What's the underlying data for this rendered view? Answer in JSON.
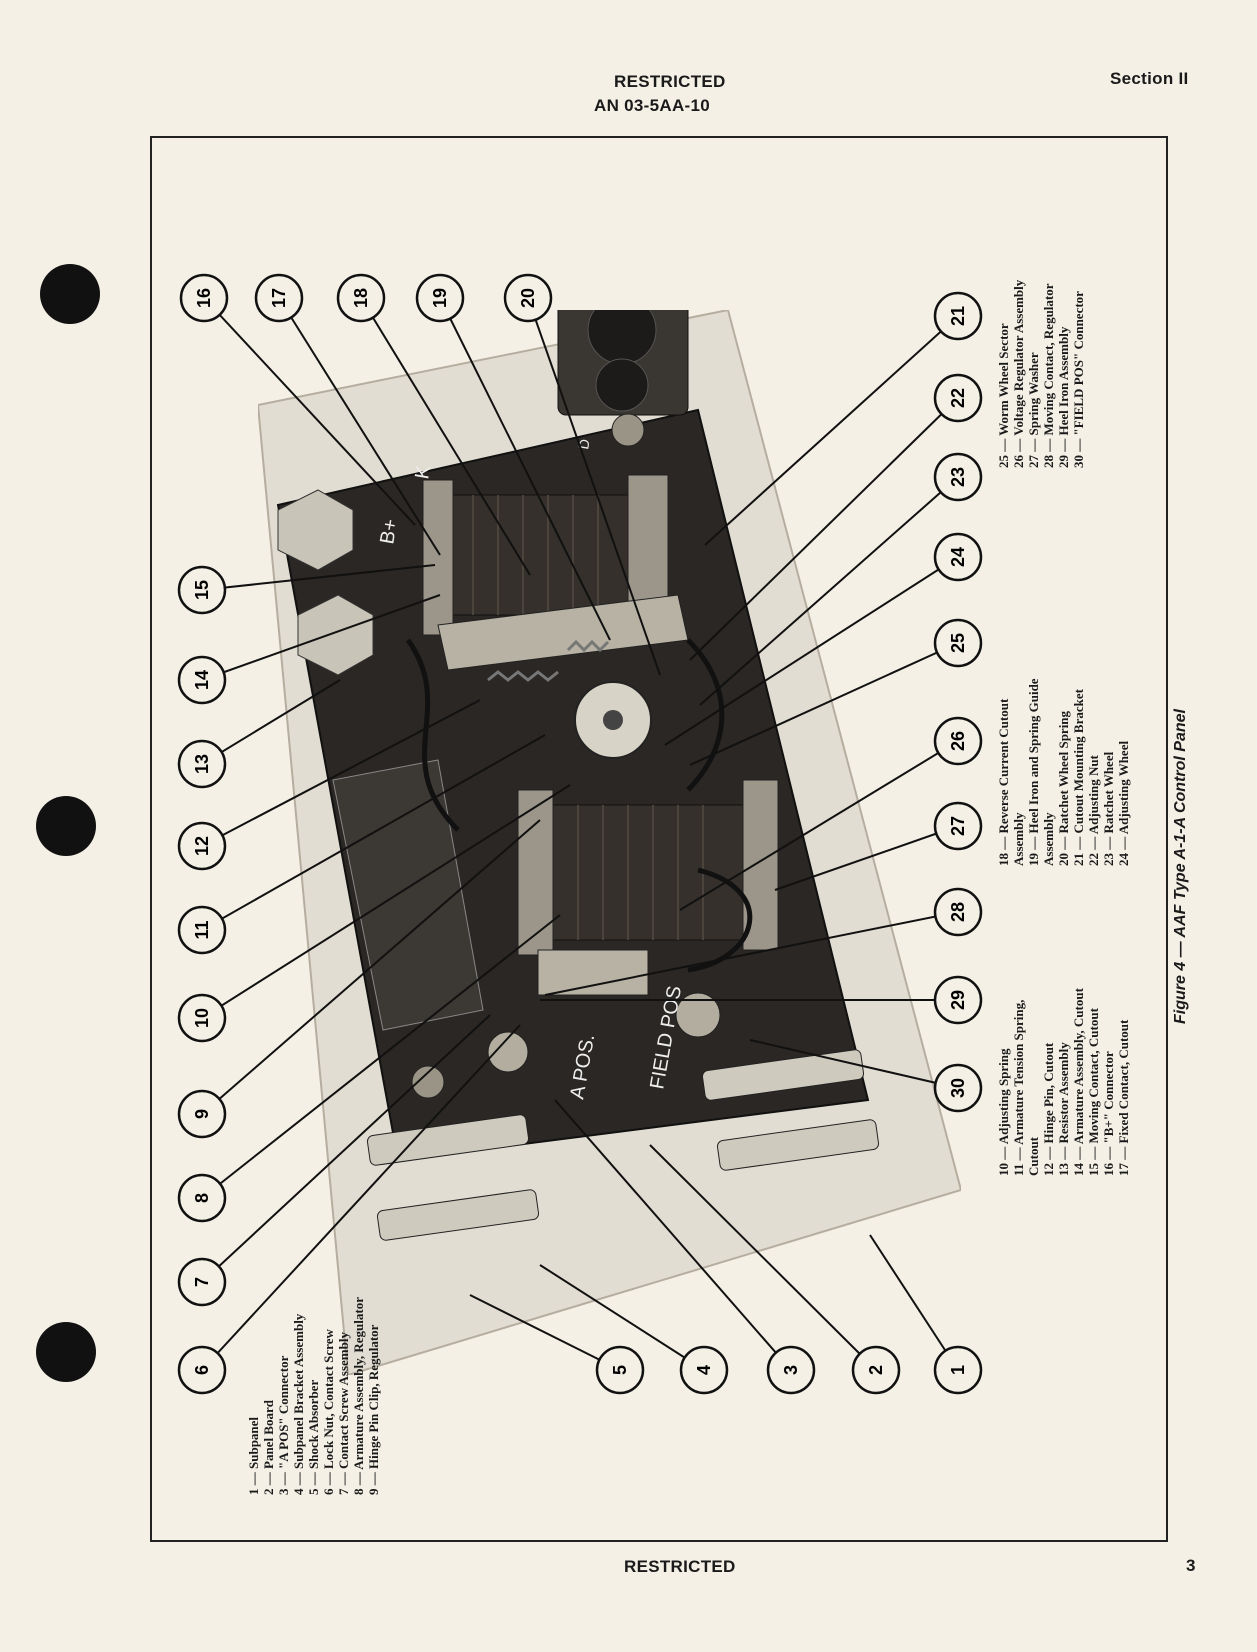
{
  "header": {
    "classification": "RESTRICTED",
    "doc_number": "AN 03-5AA-10",
    "section": "Section II"
  },
  "figure": {
    "caption": "Figure 4 — AAF Type A-1-A Control Panel",
    "callouts": [
      "16",
      "17",
      "18",
      "19",
      "20",
      "21",
      "22",
      "23",
      "24",
      "25",
      "26",
      "27",
      "28",
      "29",
      "30",
      "15",
      "14",
      "13",
      "12",
      "11",
      "10",
      "9",
      "8",
      "7",
      "6",
      "5",
      "4",
      "3",
      "2",
      "1"
    ],
    "panel_markings": {
      "b_plus": "B+",
      "k": "K",
      "d": "D",
      "a_pos": "A POS.",
      "field_pos": "FIELD POS"
    }
  },
  "legend": {
    "col1": [
      "1 — Subpanel",
      "2 — Panel Board",
      "3 — \"A POS\" Connector",
      "4 — Subpanel Bracket Assembly",
      "5 — Shock Absorber",
      "6 — Lock Nut, Contact Screw",
      "7 — Contact Screw Assembly",
      "8 — Armature Assembly, Regulator",
      "9 — Hinge Pin Clip, Regulator"
    ],
    "col2": [
      "10 — Adjusting Spring",
      "11 — Armature Tension Spring,",
      "        Cutout",
      "12 — Hinge Pin, Cutout",
      "13 — Resistor Assembly",
      "14 — Armature Assembly, Cutout",
      "15 — Moving Contact, Cutout",
      "16 — \"B+\" Connector",
      "17 — Fixed Contact, Cutout"
    ],
    "col3": [
      "18 — Reverse Current Cutout",
      "        Assembly",
      "19 — Heel Iron and Spring Guide",
      "        Assembly",
      "20 — Ratchet Wheel Spring",
      "21 — Cutout Mounting Bracket",
      "22 — Adjusting Nut",
      "23 — Ratchet Wheel",
      "24 — Adjusting Wheel"
    ],
    "col4": [
      "25 — Worm Wheel Sector",
      "26 — Voltage Regulator Assembly",
      "27 — Spring Washer",
      "28 — Moving Contact, Regulator",
      "29 — Heel Iron Assembly",
      "30 — \"FIELD POS\" Connector"
    ]
  },
  "footer": {
    "classification": "RESTRICTED",
    "page_number": "3"
  }
}
